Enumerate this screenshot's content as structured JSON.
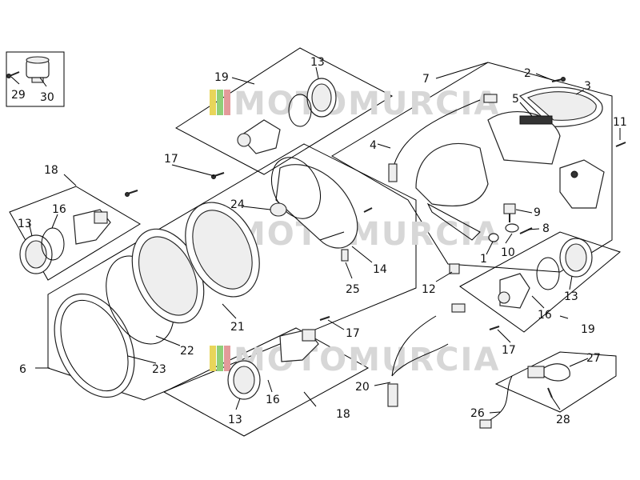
{
  "watermark": {
    "text": "MOTOMURCIA",
    "stripe_colors": [
      "#e8d55a",
      "#8fcf78",
      "#e39a9a"
    ]
  },
  "labels": {
    "l1": "1",
    "l2": "2",
    "l3": "3",
    "l4": "4",
    "l5": "5",
    "l6": "6",
    "l7": "7",
    "l8": "8",
    "l9": "9",
    "l10": "10",
    "l11": "11",
    "l12": "12",
    "l13a": "13",
    "l13b": "13",
    "l13c": "13",
    "l13d": "13",
    "l14": "14",
    "l16a": "16",
    "l16b": "16",
    "l16c": "16",
    "l17a": "17",
    "l17b": "17",
    "l17c": "17",
    "l18a": "18",
    "l18b": "18",
    "l19a": "19",
    "l19b": "19",
    "l20": "20",
    "l21": "21",
    "l22": "22",
    "l23": "23",
    "l24": "24",
    "l25": "25",
    "l26": "26",
    "l27": "27",
    "l28": "28",
    "l29": "29",
    "l30": "30"
  }
}
